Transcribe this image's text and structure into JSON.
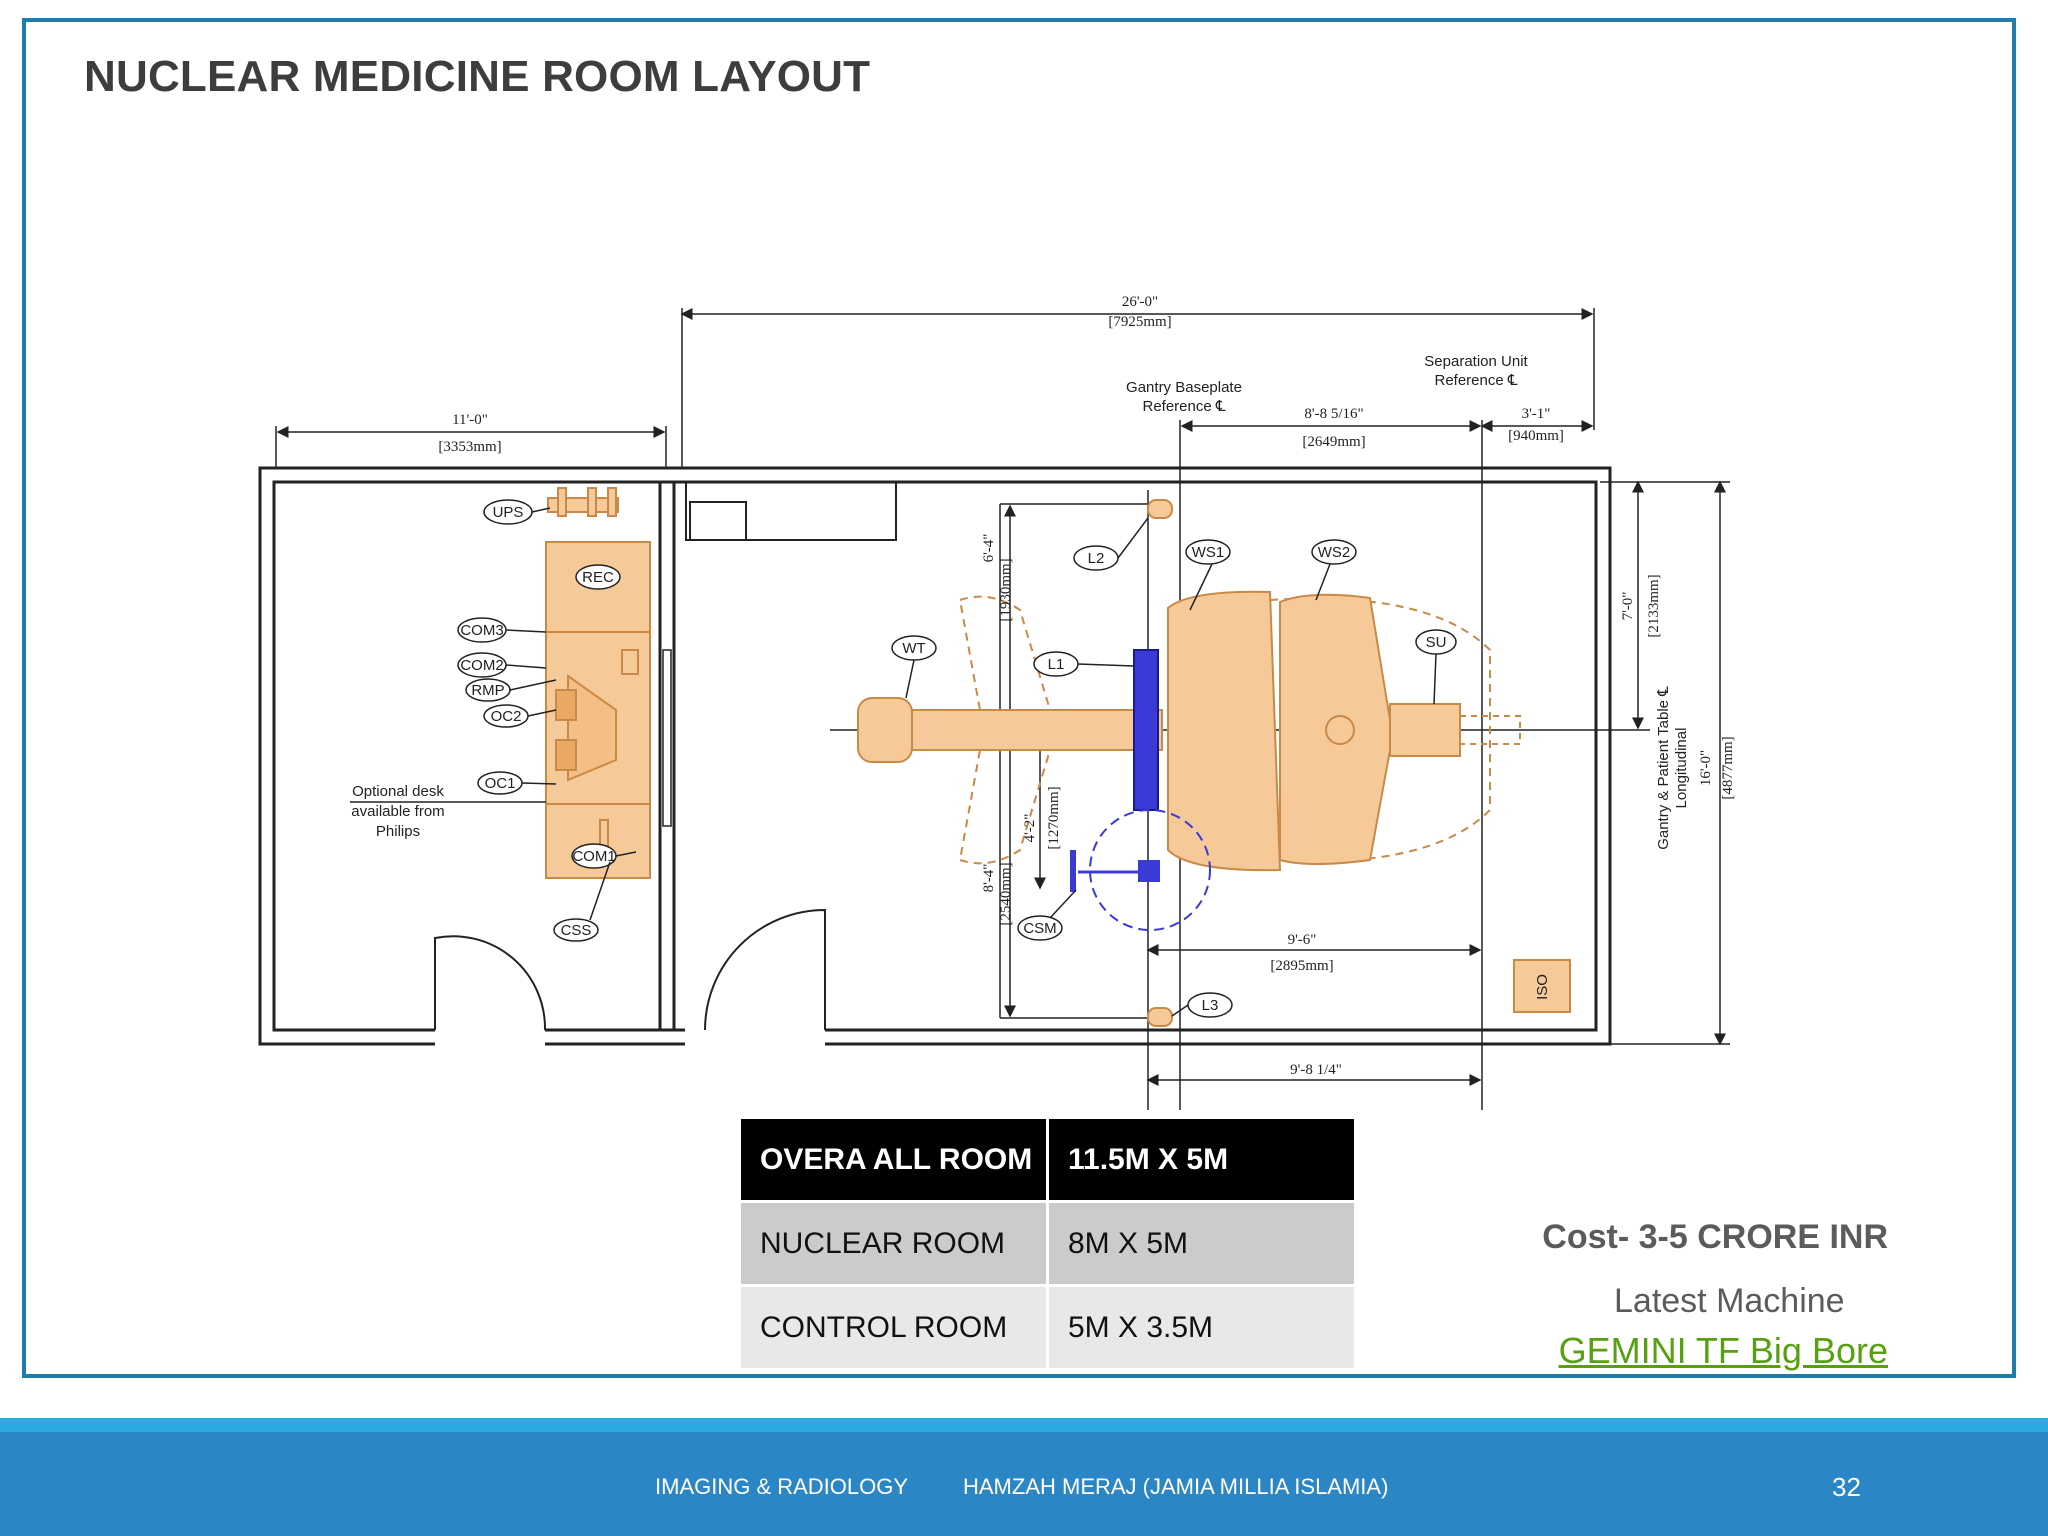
{
  "slide": {
    "title": "NUCLEAR MEDICINE ROOM LAYOUT",
    "page_number": "32"
  },
  "plan": {
    "dimensions": {
      "overall_width": "26'-0\"",
      "overall_width_mm": "[7925mm]",
      "control_width": "11'-0\"",
      "control_width_mm": "[3353mm]",
      "gantry_to_su": "8'-8 5/16\"",
      "gantry_to_su_mm": "[2649mm]",
      "su_offset": "3'-1\"",
      "su_offset_mm": "[940mm]",
      "upper_depth": "6'-4\"",
      "upper_depth_mm": "[1930mm]",
      "csm_offset": "4'-2\"",
      "csm_offset_mm": "[1270mm]",
      "lower_depth": "8'-4\"",
      "lower_depth_mm": "[2540mm]",
      "gantry_to_wall": "9'-6\"",
      "gantry_to_wall_mm": "[2895mm]",
      "bottom_dim": "9'-8 1/4\"",
      "right_upper": "7'-0\"",
      "right_upper_mm": "[2133mm]",
      "room_depth": "16'-0\"",
      "room_depth_mm": "[4877mm]"
    },
    "references": {
      "gantry_baseplate": "Gantry Baseplate",
      "gantry_ref": "Reference ℄",
      "separation_unit": "Separation Unit",
      "separation_ref": "Reference ℄",
      "longitudinal_1": "Gantry & Patient Table ℄",
      "longitudinal_2": "Longitudinal"
    },
    "desk_note": {
      "line1": "Optional desk",
      "line2": "available from",
      "line3": "Philips"
    },
    "equipment_labels": {
      "ups": "UPS",
      "rec": "REC",
      "com3": "COM3",
      "com2": "COM2",
      "rmp": "RMP",
      "oc2": "OC2",
      "oc1": "OC1",
      "com1": "COM1",
      "css": "CSS",
      "wt": "WT",
      "l1": "L1",
      "l2": "L2",
      "l3": "L3",
      "ws1": "WS1",
      "ws2": "WS2",
      "su": "SU",
      "csm": "CSM",
      "iso": "ISO"
    },
    "colors": {
      "equipment": "#f6c998",
      "equipment_stroke": "#c98a47",
      "control_console": "#3a3ad6",
      "walls": "#222222"
    }
  },
  "room_table": {
    "rows": [
      {
        "room": "OVERA ALL ROOM",
        "size": "11.5M X 5M"
      },
      {
        "room": "NUCLEAR ROOM",
        "size": "8M X 5M"
      },
      {
        "room": "CONTROL ROOM",
        "size": "5M X 3.5M"
      }
    ]
  },
  "info": {
    "cost": "Cost- 3-5 CRORE INR",
    "latest_label": "Latest Machine",
    "machine_link": "GEMINI TF Big Bore"
  },
  "footer": {
    "department": "IMAGING & RADIOLOGY",
    "author": "HAMZAH MERAJ (JAMIA MILLIA ISLAMIA)"
  }
}
